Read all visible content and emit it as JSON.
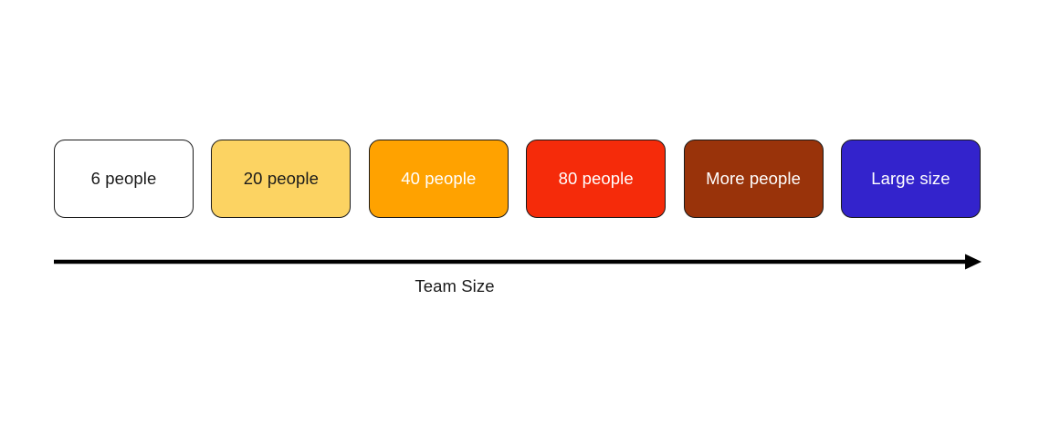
{
  "diagram": {
    "type": "progression-scale",
    "background_color": "#FFFFFF",
    "axis": {
      "caption": "Team Size",
      "caption_color": "#1A1A1A",
      "line_color": "#000000",
      "arrow_direction": "right",
      "arrowhead_icon": "arrow-right-icon"
    },
    "stages": [
      {
        "label": "6 people",
        "fill": "#FFFFFF",
        "text_color": "#1A1A1A",
        "border_color": "#1A1A1A"
      },
      {
        "label": "20 people",
        "fill": "#FCD362",
        "text_color": "#1A1A1A",
        "border_color": "#1A1A1A"
      },
      {
        "label": "40 people",
        "fill": "#FFA200",
        "text_color": "#FFFFFF",
        "border_color": "#1A1A1A"
      },
      {
        "label": "80 people",
        "fill": "#F52B0A",
        "text_color": "#FFFFFF",
        "border_color": "#1A1A1A"
      },
      {
        "label": "More people",
        "fill": "#99330A",
        "text_color": "#FFFFFF",
        "border_color": "#1A1A1A"
      },
      {
        "label": "Large size",
        "fill": "#3323CC",
        "text_color": "#FFFFFF",
        "border_color": "#1A1A1A"
      }
    ]
  }
}
